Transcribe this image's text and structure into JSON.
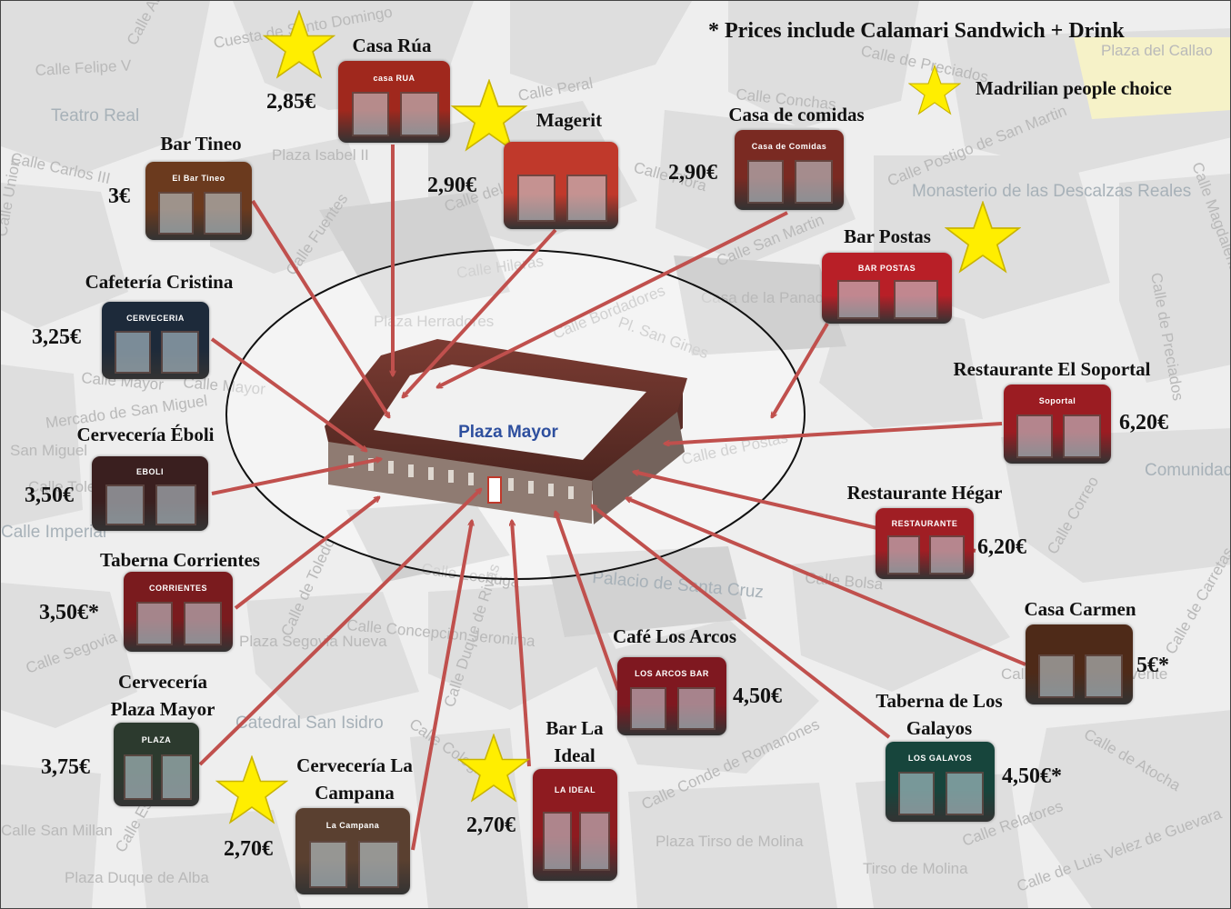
{
  "note": "* Prices include Calamari Sandwich + Drink",
  "legend": {
    "label": "Madrilian people choice",
    "icon": "star-icon",
    "color": "#ffee00"
  },
  "center": {
    "label": "Plaza Mayor"
  },
  "arrow_color": "#c0504d",
  "streets": [
    "Calle Felipe V",
    "Teatro Real",
    "Calle Carlos III",
    "Calle Union",
    "Plaza Isabel II",
    "Cuesta de Santo Domingo",
    "Calle Arrieta",
    "Calle Peral",
    "Calle de Preciados",
    "Calle Conchas",
    "Calle Postigo de San Martin",
    "Calle del Arenal",
    "Calle Flora",
    "Monasterio de las Descalzas Reales",
    "Calle San Martin",
    "Calle Hileras",
    "Calle Fuentes",
    "Plaza Herradores",
    "Calle Bordadores",
    "Pl. San Gines",
    "Casa de la Panaderia",
    "Calle Mayor",
    "Calle de Postas",
    "Calle Mayor",
    "San Miguel",
    "Mercado de San Miguel",
    "Calle Imperial",
    "Calle de Toledo",
    "Calle Lechuga",
    "Calle Concepcion Jeronima",
    "Palacio de Santa Cruz",
    "Calle Bolsa",
    "Calle Correo",
    "Comunidad de Madrid",
    "Plaza Segovia Nueva",
    "Calle Duque de Rivas",
    "Calle Colegiata",
    "Catedral San Isidro",
    "Calle Estudios",
    "Calle San Millan",
    "Plaza Duque de Alba",
    "Calle de Atocha",
    "Calle Conde de Romanones",
    "Plaza Tirso de Molina",
    "Calle Relatores",
    "Tirso de Molina",
    "Calle de Luis Velez de Guevara",
    "Calle de Carretas",
    "Calle Jacinto Benavente",
    "Plaza del Callao",
    "Calle Magdalena",
    "Calle Segovia",
    "Calle Toledo",
    "Calle de Preciados"
  ],
  "places": [
    {
      "name": "Casa Rúa",
      "price": "2,85€",
      "star": true,
      "sign": "casa RUA"
    },
    {
      "name": "Magerit",
      "price": "2,90€",
      "star": true,
      "sign": ""
    },
    {
      "name": "Bar Tineo",
      "price": "3€",
      "star": false,
      "sign": "El Bar Tineo"
    },
    {
      "name": "Casa de comidas",
      "price": "2,90€",
      "star": false,
      "sign": "Casa de Comidas"
    },
    {
      "name": "Bar Postas",
      "price": "",
      "star": true,
      "sign": "BAR POSTAS CERVECERIA"
    },
    {
      "name": "Cafetería Cristina",
      "price": "3,25€",
      "star": false,
      "sign": "CERVECERIA CRISTINA"
    },
    {
      "name": "Restaurante El Soportal",
      "price": "6,20€",
      "star": false,
      "sign": "Soportal"
    },
    {
      "name": "Cervecería Éboli",
      "price": "3,50€",
      "star": false,
      "sign": "EBOLI"
    },
    {
      "name": "Restaurante Hégar",
      "price": "6,20€",
      "star": false,
      "sign": "RESTAURANTE"
    },
    {
      "name": "Taberna Corrientes",
      "price": "3,50€*",
      "star": false,
      "sign": "CORRIENTES"
    },
    {
      "name": "Casa Carmen",
      "price": "5€*",
      "star": false,
      "sign": ""
    },
    {
      "name": "Café Los Arcos",
      "price": "4,50€",
      "star": false,
      "sign": "LOS ARCOS BAR"
    },
    {
      "name": "Cervecería Plaza Mayor",
      "price": "3,75€",
      "star": false,
      "sign": "PLAZA"
    },
    {
      "name": "Taberna de Los Galayos",
      "price": "4,50€*",
      "star": false,
      "sign": "LOS GALAYOS"
    },
    {
      "name": "Bar La Ideal",
      "price": "2,70€",
      "star": true,
      "sign": "LA IDEAL"
    },
    {
      "name": "Cervecería La Campana",
      "price": "2,70€",
      "star": true,
      "sign": "La Campana"
    }
  ]
}
